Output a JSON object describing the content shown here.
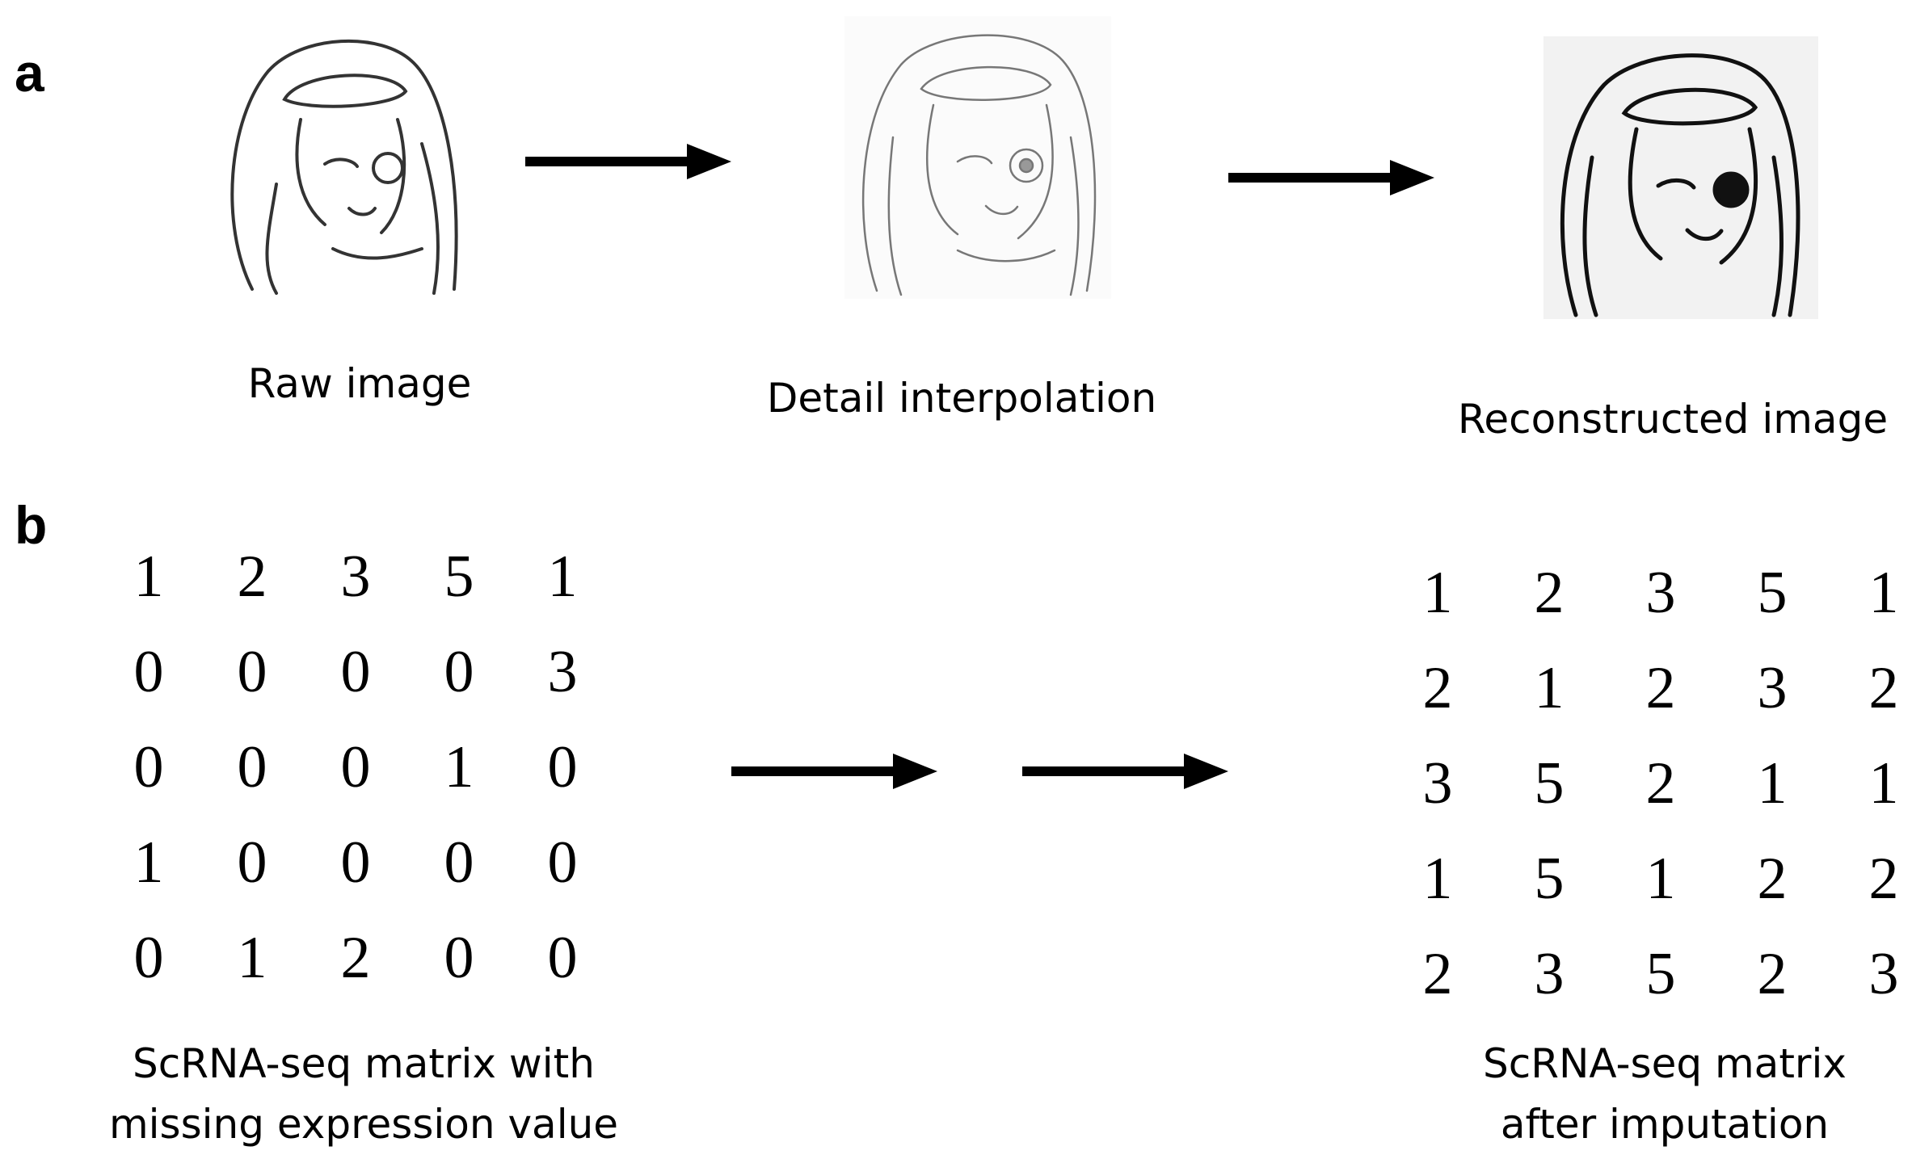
{
  "panel_a": {
    "label": "a",
    "captions": [
      "Raw image",
      "Detail interpolation",
      "Reconstructed image"
    ]
  },
  "panel_b": {
    "label": "b",
    "input_matrix": [
      [
        "1",
        "2",
        "3",
        "5",
        "1"
      ],
      [
        "0",
        "0",
        "0",
        "0",
        "3"
      ],
      [
        "0",
        "0",
        "0",
        "1",
        "0"
      ],
      [
        "1",
        "0",
        "0",
        "0",
        "0"
      ],
      [
        "0",
        "1",
        "2",
        "0",
        "0"
      ]
    ],
    "output_matrix": [
      [
        "1",
        "2",
        "3",
        "5",
        "1"
      ],
      [
        "2",
        "1",
        "2",
        "3",
        "2"
      ],
      [
        "3",
        "5",
        "2",
        "1",
        "1"
      ],
      [
        "1",
        "5",
        "1",
        "2",
        "2"
      ],
      [
        "2",
        "3",
        "5",
        "2",
        "3"
      ]
    ],
    "input_caption_lines": [
      "ScRNA-seq matrix with",
      "missing expression value"
    ],
    "output_caption_lines": [
      "ScRNA-seq matrix",
      "after imputation"
    ]
  }
}
